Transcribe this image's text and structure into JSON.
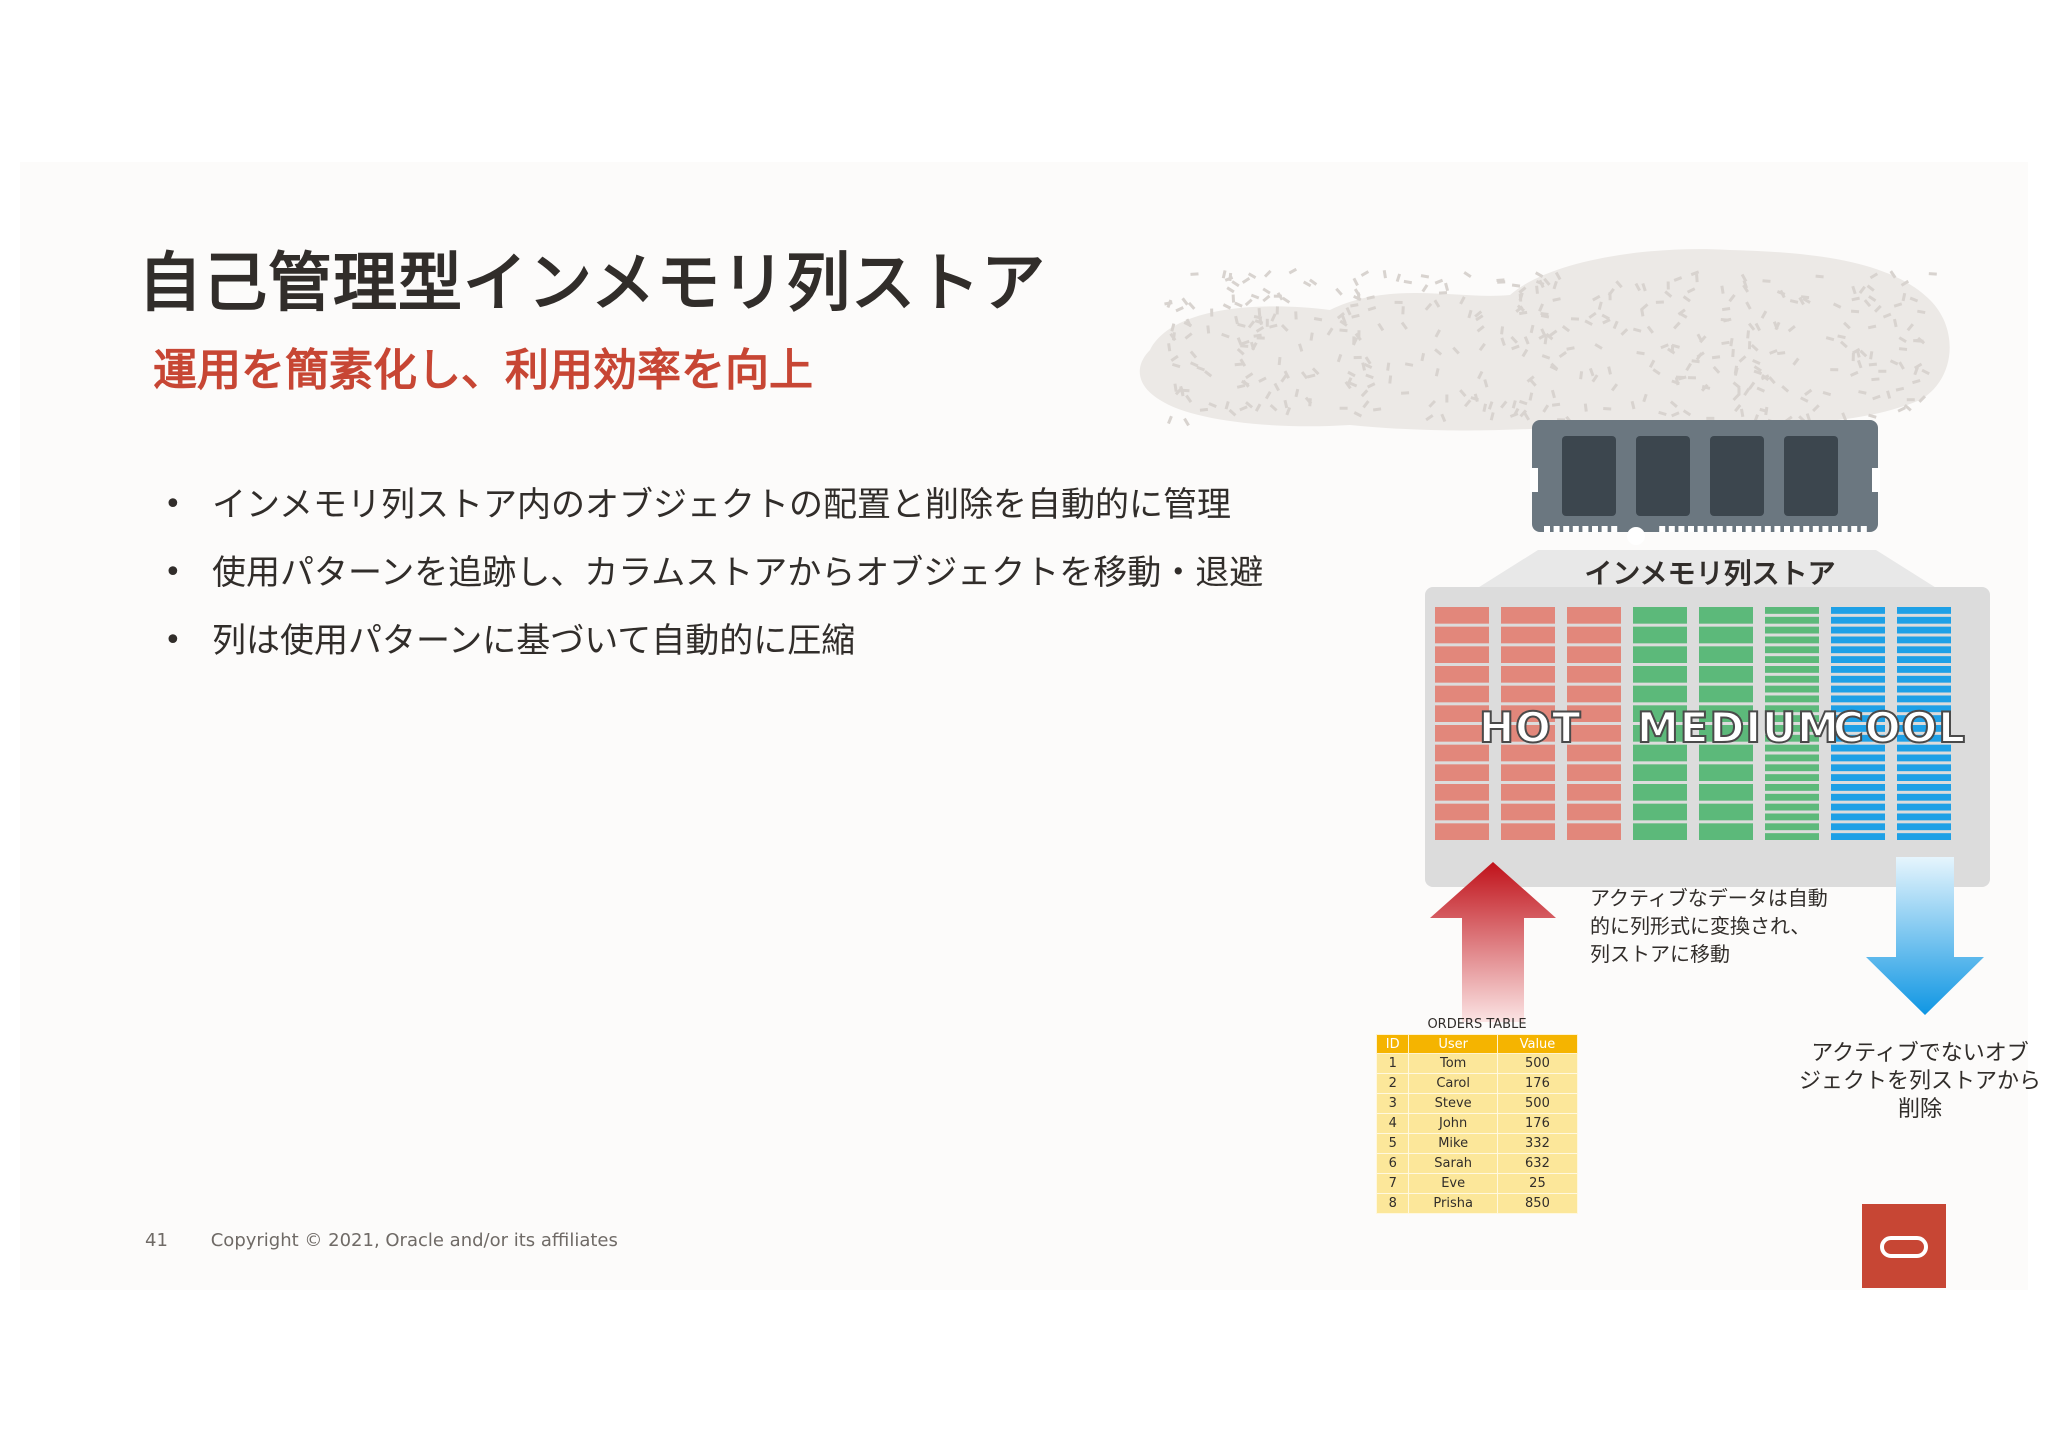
{
  "slide": {
    "title": "自己管理型インメモリ列ストア",
    "subtitle": "運用を簡素化し、利用効率を向上",
    "bullets": [
      "インメモリ列ストア内のオブジェクトの配置と削除を自動的に管理",
      "使用パターンを追跡し、カラムストアからオブジェクトを移動・退避",
      "列は使用パターンに基づいて自動的に圧縮"
    ]
  },
  "diagram": {
    "store_label": "インメモリ列ストア",
    "zones": [
      {
        "label": "HOT",
        "color": "#e2877b"
      },
      {
        "label": "MEDIUM",
        "color": "#5cb97a"
      },
      {
        "label": "COOL",
        "color": "#1ea0e6"
      }
    ],
    "caption_in": "アクティブなデータは自動\n的に列形式に変換され、\n列ストアに移動",
    "caption_out": "アクティブでないオブ\nジェクトを列ストアから\n削除",
    "orders_table": {
      "title": "ORDERS TABLE",
      "headers": [
        "ID",
        "User",
        "Value"
      ],
      "rows": [
        [
          "1",
          "Tom",
          "500"
        ],
        [
          "2",
          "Carol",
          "176"
        ],
        [
          "3",
          "Steve",
          "500"
        ],
        [
          "4",
          "John",
          "176"
        ],
        [
          "5",
          "Mike",
          "332"
        ],
        [
          "6",
          "Sarah",
          "632"
        ],
        [
          "7",
          "Eve",
          "25"
        ],
        [
          "8",
          "Prisha",
          "850"
        ]
      ]
    }
  },
  "footer": {
    "page": "41",
    "copyright": "Copyright © 2021, Oracle and/or its affiliates"
  },
  "colors": {
    "accent": "#c74634",
    "text": "#312d2a"
  }
}
